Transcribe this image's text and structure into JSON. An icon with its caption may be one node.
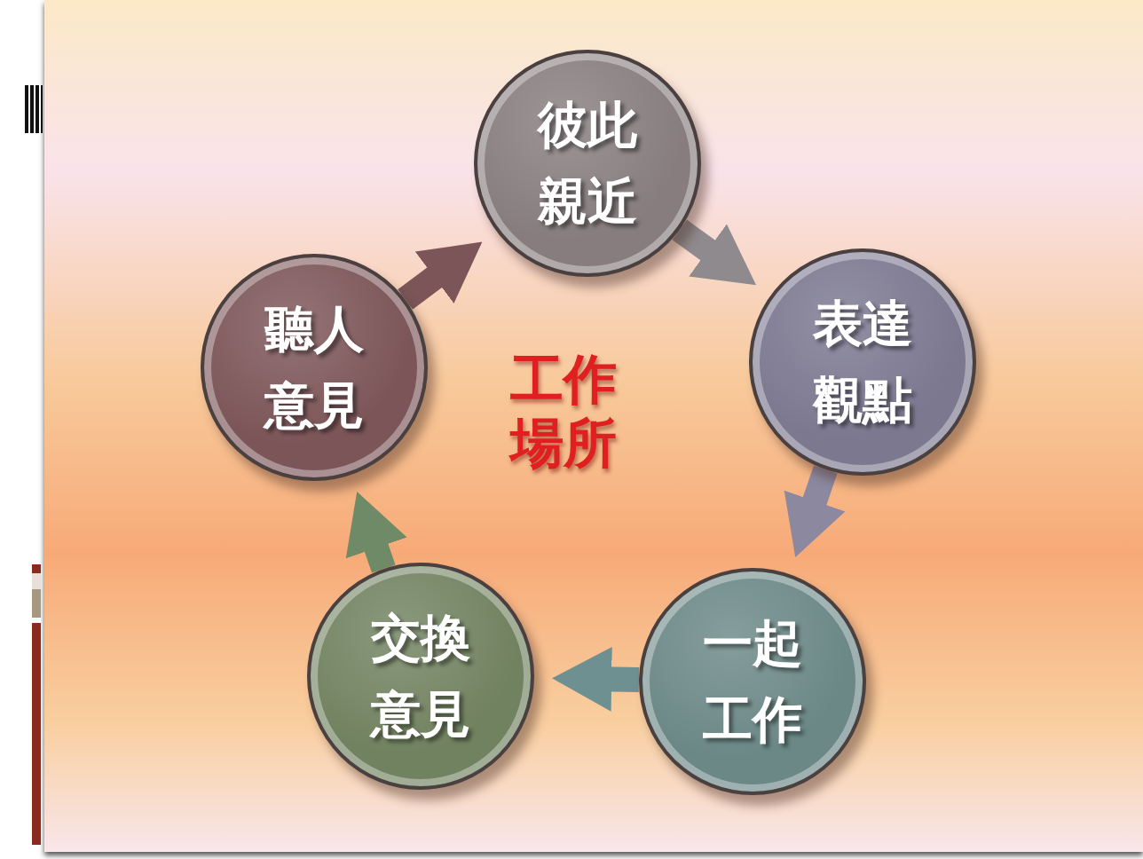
{
  "diagram": {
    "nodes": [
      {
        "text": [
          "彼此親近"
        ]
      },
      {
        "text": [
          "表達觀點"
        ]
      },
      {
        "text": [
          "聽人意見"
        ]
      },
      {
        "text": [
          "交換意見"
        ]
      },
      {
        "text": [
          "一起工作"
        ]
      }
    ],
    "edges": [
      {
        "from": 2,
        "to": 0,
        "arrow": "to",
        "color": "#7b5558"
      },
      {
        "from": 0,
        "to": 1,
        "arrow": "to",
        "color": "#8e8a8e"
      },
      {
        "from": 1,
        "to": 4,
        "arrow": "to",
        "color": "#8c88a0"
      },
      {
        "from": 4,
        "to": 3,
        "arrow": "to",
        "color": "#6e9090"
      },
      {
        "from": 3,
        "to": 2,
        "arrow": "to",
        "color": "#6e8a66"
      }
    ],
    "labels": [
      "工作場所"
    ]
  }
}
